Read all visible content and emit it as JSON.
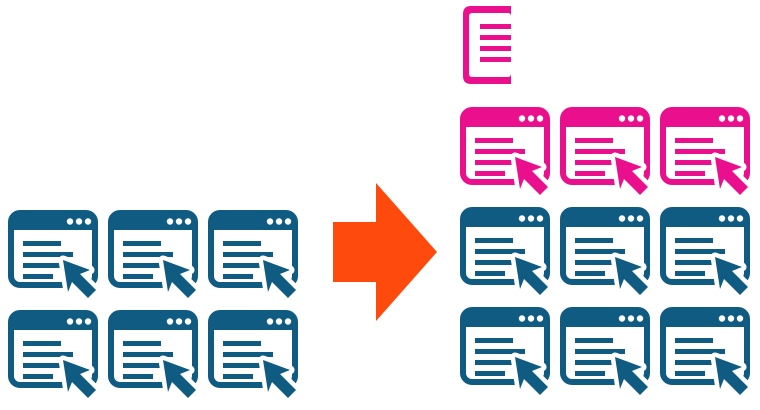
{
  "colors": {
    "background": "#ffffff",
    "existing": "#0f5b82",
    "added": "#ea0f8d",
    "arrow": "#ff4a0d"
  },
  "icons": {
    "window": "browser-window-cursor-icon",
    "arrow": "right-arrow-icon",
    "partial": "partial-window-icon"
  },
  "before": {
    "rows": 2,
    "columns": 3
  },
  "after": {
    "added_rows": 1,
    "existing_rows": 2,
    "columns": 3
  }
}
